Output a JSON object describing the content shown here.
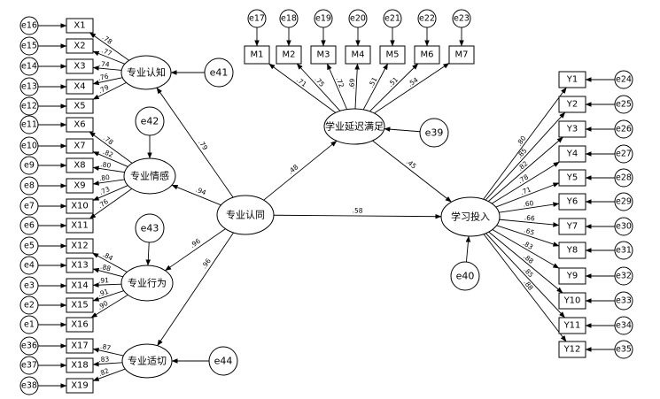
{
  "diagram": {
    "latents": {
      "zyrz": "专业认知",
      "zyqg": "专业情感",
      "zyxw": "专业行为",
      "zysq": "专业适切",
      "zyrt": "专业认同",
      "xyym": "学业延迟满足",
      "xxtr": "学习投入"
    },
    "structural_errors": {
      "zyrz": "e41",
      "zyqg": "e42",
      "zyxw": "e43",
      "zysq": "e44",
      "xyym": "e39",
      "xxtr": "e40"
    },
    "indicators": {
      "zyrz": [
        {
          "name": "X1",
          "error": "e16",
          "loading": ".78"
        },
        {
          "name": "X2",
          "error": "e15",
          "loading": ".77"
        },
        {
          "name": "X3",
          "error": "e14",
          "loading": ".74"
        },
        {
          "name": "X4",
          "error": "e13",
          "loading": ".76"
        },
        {
          "name": "X5",
          "error": "e12",
          "loading": ".79"
        }
      ],
      "zyqg": [
        {
          "name": "X6",
          "error": "e11",
          "loading": ".78"
        },
        {
          "name": "X7",
          "error": "e10",
          "loading": ".82"
        },
        {
          "name": "X8",
          "error": "e9",
          "loading": ".80"
        },
        {
          "name": "X9",
          "error": "e8",
          "loading": ".80"
        },
        {
          "name": "X10",
          "error": "e7",
          "loading": ".73"
        },
        {
          "name": "X11",
          "error": "e6",
          "loading": ".76"
        }
      ],
      "zyxw": [
        {
          "name": "X12",
          "error": "e5",
          "loading": ".84"
        },
        {
          "name": "X13",
          "error": "e4",
          "loading": ".88"
        },
        {
          "name": "X14",
          "error": "e3",
          "loading": ".91"
        },
        {
          "name": "X15",
          "error": "e2",
          "loading": ".91"
        },
        {
          "name": "X16",
          "error": "e1",
          "loading": ".90"
        }
      ],
      "zysq": [
        {
          "name": "X17",
          "error": "e36",
          "loading": ".87"
        },
        {
          "name": "X18",
          "error": "e37",
          "loading": ".83"
        },
        {
          "name": "X19",
          "error": "e38",
          "loading": ".82"
        }
      ],
      "xyym": [
        {
          "name": "M1",
          "error": "e17",
          "loading": ".71"
        },
        {
          "name": "M2",
          "error": "e18",
          "loading": ".75"
        },
        {
          "name": "M3",
          "error": "e19",
          "loading": ".72"
        },
        {
          "name": "M4",
          "error": "e20",
          "loading": ".69"
        },
        {
          "name": "M5",
          "error": "e21",
          "loading": ".51"
        },
        {
          "name": "M6",
          "error": "e22",
          "loading": ".51"
        },
        {
          "name": "M7",
          "error": "e23",
          "loading": ".54"
        }
      ],
      "xxtr": [
        {
          "name": "Y1",
          "error": "e24",
          "loading": ".80"
        },
        {
          "name": "Y2",
          "error": "e25",
          "loading": ".85"
        },
        {
          "name": "Y3",
          "error": "e26",
          "loading": ".82"
        },
        {
          "name": "Y4",
          "error": "e27",
          "loading": ".78"
        },
        {
          "name": "Y5",
          "error": "e28",
          "loading": ".71"
        },
        {
          "name": "Y6",
          "error": "e29",
          "loading": ".60"
        },
        {
          "name": "Y7",
          "error": "e30",
          "loading": ".66"
        },
        {
          "name": "Y8",
          "error": "e31",
          "loading": ".65"
        },
        {
          "name": "Y9",
          "error": "e32",
          "loading": ".83"
        },
        {
          "name": "Y10",
          "error": "e33",
          "loading": ".88"
        },
        {
          "name": "Y11",
          "error": "e34",
          "loading": ".85"
        },
        {
          "name": "Y12",
          "error": "e35",
          "loading": ".88"
        }
      ]
    },
    "second_order_loadings": {
      "zyrz": ".79",
      "zyqg": ".94",
      "zyxw": ".96",
      "zysq": ".96"
    },
    "paths": {
      "zyrt_xyym": ".48",
      "zyrt_xxtr": ".58",
      "xyym_xxtr": ".45"
    }
  }
}
